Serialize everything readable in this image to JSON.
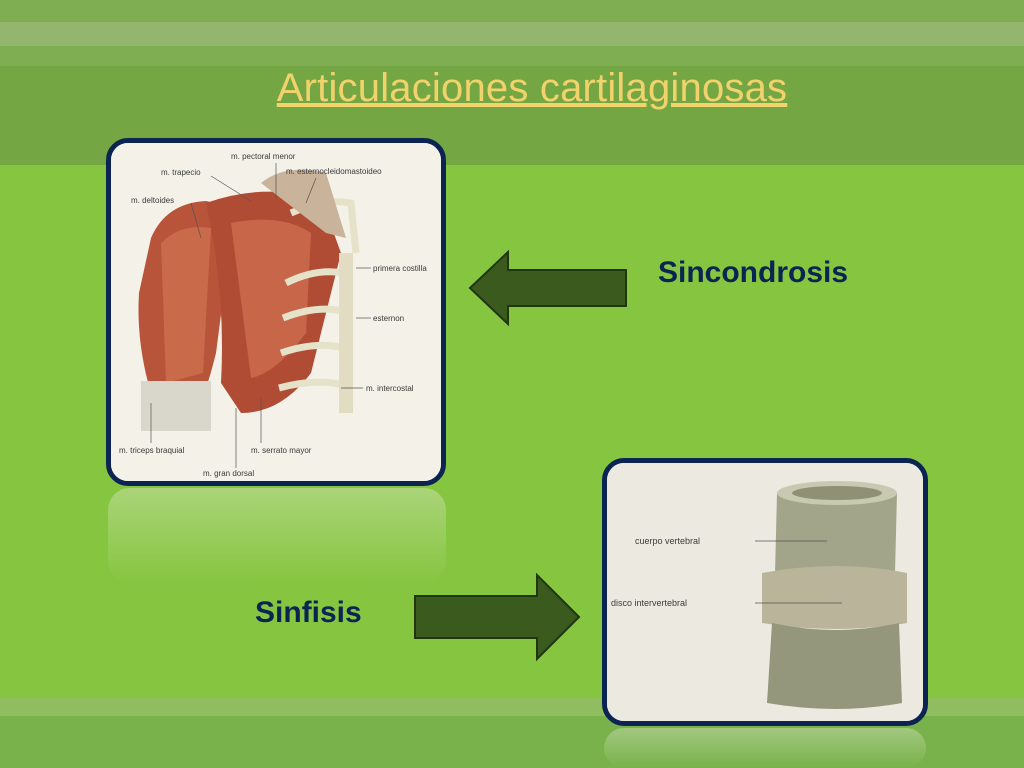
{
  "slide": {
    "title": "Articulaciones  cartilaginosas",
    "colors": {
      "background": "#86c540",
      "title": "#f2d36b",
      "label": "#0b2452",
      "frame_border": "#0b2452",
      "arrow_fill": "#3a5a1e"
    }
  },
  "items": [
    {
      "label": "Sincondrosis",
      "arrow_direction": "left",
      "image": {
        "annotations": [
          "m. pectoral  menor",
          "m. trapecio",
          "m. esternocleidomastoideo",
          "m. deltoides",
          "primera  costilla",
          "esternon",
          "m. intercostal",
          "m. triceps braquial",
          "m. serrato  mayor",
          "m. gran dorsal"
        ]
      }
    },
    {
      "label": "Sinfisis",
      "arrow_direction": "right",
      "image": {
        "annotations": [
          "cuerpo vertebral",
          "disco intervertebral"
        ]
      }
    }
  ]
}
